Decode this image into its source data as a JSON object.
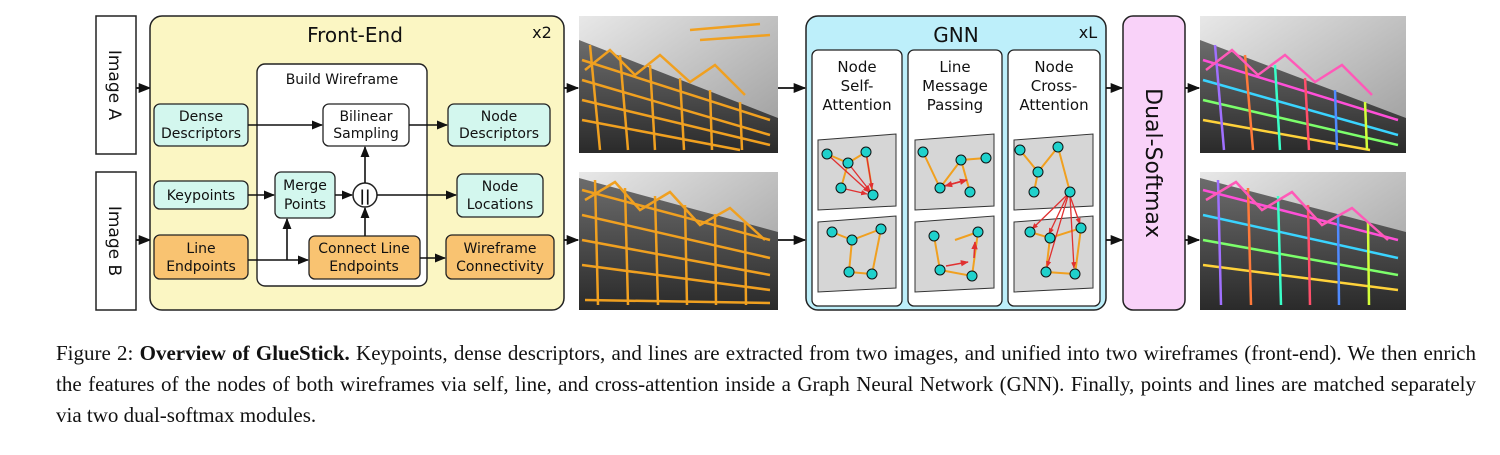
{
  "inputs": {
    "image_a": "Image A",
    "image_b": "Image B"
  },
  "frontend": {
    "title": "Front-End",
    "repeat": "x2",
    "build_wireframe": "Build  Wireframe",
    "dense_descriptors": [
      "Dense",
      "Descriptors"
    ],
    "keypoints": "Keypoints",
    "line_endpoints": [
      "Line",
      "Endpoints"
    ],
    "bilinear_sampling": [
      "Bilinear",
      "Sampling"
    ],
    "merge_points": [
      "Merge",
      "Points"
    ],
    "concat_symbol": "||",
    "connect_line_endpoints": [
      "Connect Line",
      "Endpoints"
    ],
    "node_descriptors": [
      "Node",
      "Descriptors"
    ],
    "node_locations": [
      "Node",
      "Locations"
    ],
    "wireframe_connectivity": [
      "Wireframe",
      "Connectivity"
    ]
  },
  "gnn": {
    "title": "GNN",
    "repeat": "xL",
    "columns": [
      [
        "Node",
        "Self-",
        "Attention"
      ],
      [
        "Line",
        "Message",
        "Passing"
      ],
      [
        "Node",
        "Cross-",
        "Attention"
      ]
    ]
  },
  "dual_softmax": "Dual-Softmax",
  "caption": {
    "label": "Figure 2:",
    "bold": "Overview of GlueStick.",
    "text": "Keypoints, dense descriptors, and lines are extracted from two images, and unified into two wireframes (front-end). We then enrich the features of the nodes of both wireframes via self, line, and cross-attention inside a Graph Neural Network (GNN). Finally, points and lines are matched separately via two dual-softmax modules."
  },
  "colors": {
    "frontend_bg": "#fbf6c3",
    "teal_box": "#d3f7ee",
    "orange_box": "#f9c371",
    "gnn_bg": "#bdeffa",
    "softmax_bg": "#f9d2f9",
    "node": "#1fd1cc",
    "edge": "#f0a020",
    "attention": "#e03030"
  }
}
